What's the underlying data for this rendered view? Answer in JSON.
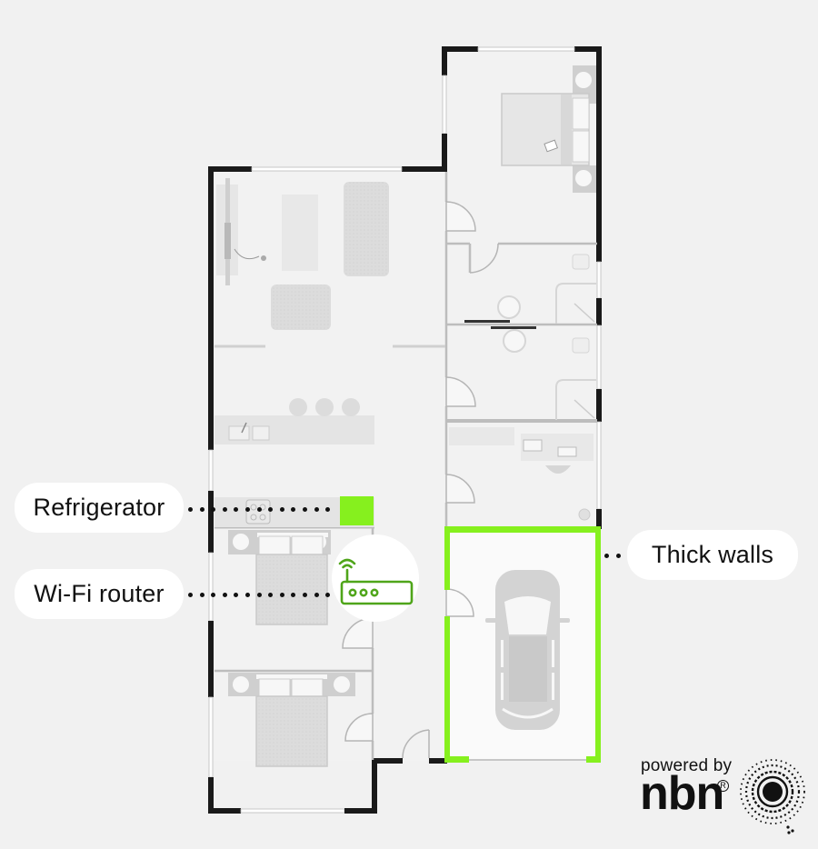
{
  "diagram": {
    "type": "floor-plan",
    "description": "Single-storey house floor plan showing Wi-Fi interference sources",
    "colors": {
      "background": "#f1f1f1",
      "wall": "#1a1a1a",
      "interior_wall": "#b9b9b9",
      "highlight": "#86f01e",
      "router_icon": "#4fa51a",
      "furniture": "#dadada",
      "label_bg": "#ffffff",
      "label_text": "#111111"
    },
    "rooms": [
      {
        "name": "master-bedroom",
        "position": "top-right"
      },
      {
        "name": "ensuite-bathroom",
        "position": "right"
      },
      {
        "name": "bathroom",
        "position": "right"
      },
      {
        "name": "study",
        "position": "right"
      },
      {
        "name": "garage",
        "position": "bottom-right",
        "highlighted": true
      },
      {
        "name": "living-room",
        "position": "top-left"
      },
      {
        "name": "kitchen",
        "position": "center-left"
      },
      {
        "name": "bedroom-2",
        "position": "left"
      },
      {
        "name": "bedroom-3",
        "position": "bottom-left"
      }
    ]
  },
  "labels": {
    "refrigerator": "Refrigerator",
    "wifi_router": "Wi-Fi router",
    "thick_walls": "Thick walls"
  },
  "icons": {
    "refrigerator": "refrigerator-icon",
    "router": "wifi-router-icon",
    "car": "car-icon"
  },
  "branding": {
    "powered_by": "powered by",
    "logo_text": "nbn",
    "registered": "R"
  }
}
